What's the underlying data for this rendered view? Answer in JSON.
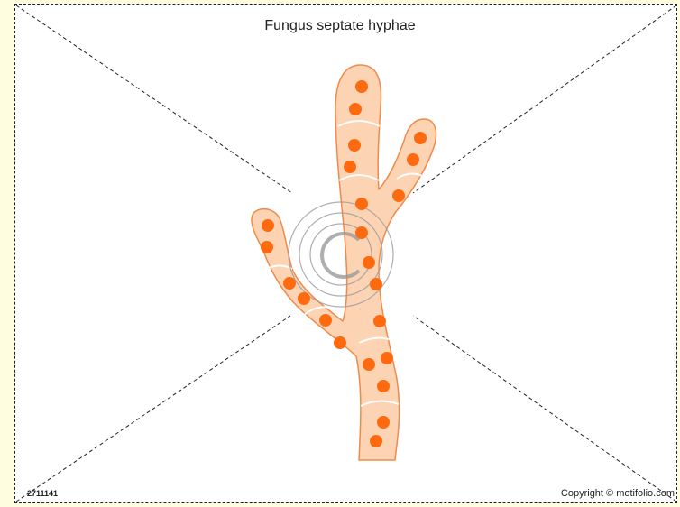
{
  "title": "Fungus septate hyphae",
  "code": "2711141",
  "copyright": "Copyright © motifolio.com",
  "colors": {
    "page_background": "#fffde0",
    "hypha_fill": "#fcd3b3",
    "hypha_outline": "#f08a4b",
    "septum": "#ffffff",
    "nucleus": "#fe6a0f",
    "watermark": "#9a9a9a",
    "frame": "#222222"
  },
  "icons": {
    "watermark": "copyright-watermark-icon"
  }
}
